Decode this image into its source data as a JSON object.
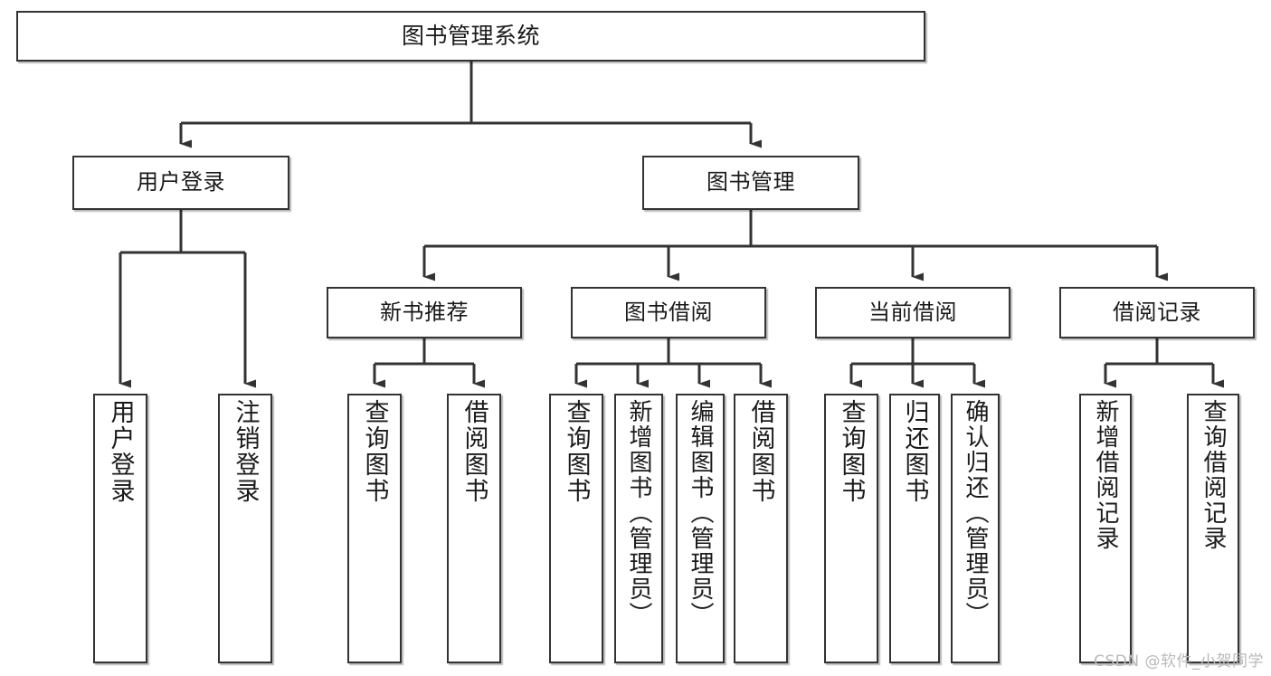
{
  "diagram": {
    "kind": "hierarchy-tree",
    "title": "图书管理系统",
    "orientation": "top-down",
    "colors": {
      "background": "#ffffff",
      "node_fill": "#ffffff",
      "node_border": "#333333",
      "edge": "#333333",
      "text": "#1a1a1a",
      "watermark": "#b9b9b9"
    },
    "nodes": {
      "root": {
        "label": "图书管理系统"
      },
      "level1": [
        {
          "id": "user-login",
          "label": "用户登录"
        },
        {
          "id": "book-manage",
          "label": "图书管理"
        }
      ],
      "level2": [
        {
          "id": "new-book-recommend",
          "label": "新书推荐"
        },
        {
          "id": "book-borrow",
          "label": "图书借阅"
        },
        {
          "id": "current-borrow",
          "label": "当前借阅"
        },
        {
          "id": "borrow-record",
          "label": "借阅记录"
        }
      ],
      "leaves": {
        "user-login": [
          {
            "id": "leaf-user-login",
            "label": "用户登录"
          },
          {
            "id": "leaf-logout",
            "label": "注销登录"
          }
        ],
        "new-book-recommend": [
          {
            "id": "leaf-query-book-1",
            "label": "查询图书"
          },
          {
            "id": "leaf-borrow-book-1",
            "label": "借阅图书"
          }
        ],
        "book-borrow": [
          {
            "id": "leaf-query-book-2",
            "label": "查询图书"
          },
          {
            "id": "leaf-add-book",
            "label": "新增图书（管理员）"
          },
          {
            "id": "leaf-edit-book",
            "label": "编辑图书（管理员）"
          },
          {
            "id": "leaf-borrow-book-2",
            "label": "借阅图书"
          }
        ],
        "current-borrow": [
          {
            "id": "leaf-query-book-3",
            "label": "查询图书"
          },
          {
            "id": "leaf-return-book",
            "label": "归还图书"
          },
          {
            "id": "leaf-confirm-return",
            "label": "确认归还（管理员）"
          }
        ],
        "borrow-record": [
          {
            "id": "leaf-add-record",
            "label": "新增借阅记录"
          },
          {
            "id": "leaf-query-record",
            "label": "查询借阅记录"
          }
        ]
      }
    }
  },
  "watermark": {
    "text": "CSDN @软件_小贺同学"
  }
}
